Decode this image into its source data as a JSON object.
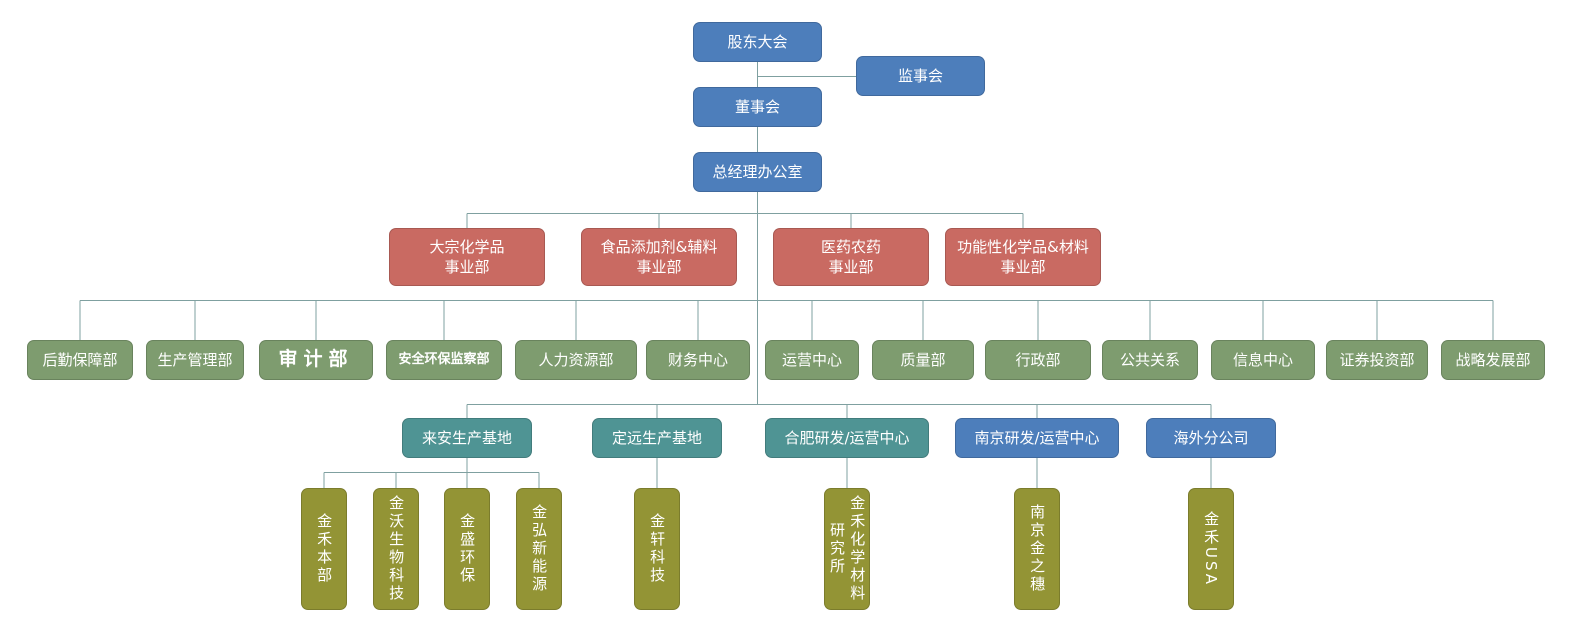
{
  "colors": {
    "blue": "#4d7ebb",
    "red": "#c96a62",
    "green": "#7e9c6f",
    "teal": "#4f9494",
    "olive": "#939435",
    "line": "#7fa0a0",
    "text": "#ffffff",
    "background": "#ffffff"
  },
  "org": {
    "governance": {
      "shareholders_meeting": "股东大会",
      "supervisory_board": "监事会",
      "board_of_directors": "董事会",
      "gm_office": "总经理办公室"
    },
    "divisions": [
      "大宗化学品\n事业部",
      "食品添加剂&辅料\n事业部",
      "医药农药\n事业部",
      "功能性化学品&材料\n事业部"
    ],
    "departments": [
      "后勤保障部",
      "生产管理部",
      "审计部",
      "安全环保监察部",
      "人力资源部",
      "财务中心",
      "运营中心",
      "质量部",
      "行政部",
      "公共关系",
      "信息中心",
      "证券投资部",
      "战略发展部"
    ],
    "bases": [
      "来安生产基地",
      "定远生产基地",
      "合肥研发/运营中心",
      "南京研发/运营中心",
      "海外分公司"
    ],
    "subsidiaries": [
      "金禾本部",
      "金沃生物科技",
      "金盛环保",
      "金弘新能源",
      "金轩科技",
      "金禾化学材料\n研究所",
      "南京金之穗",
      "金禾USA"
    ]
  }
}
